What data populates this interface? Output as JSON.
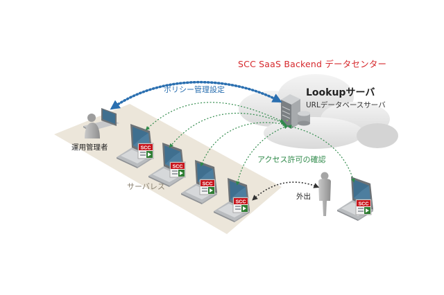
{
  "title": "SCC SaaS Backend データセンター",
  "server": {
    "name": "Lookupサーバ",
    "subtitle": "URLデータベースサーバ"
  },
  "labels": {
    "policy": "ポリシー管理設定",
    "access": "アクセス許可の確認",
    "admin": "運用管理者",
    "serverless": "サーバレス",
    "outside": "外出"
  },
  "scc_badge": "SCC",
  "colors": {
    "title": "#d6282c",
    "policy_arrow": "#2a6fb0",
    "access_arrow": "#2f8a4a",
    "badge": "#c8161d",
    "platform": "#ece6da"
  },
  "icons": [
    "cloud-icon",
    "server-icon",
    "admin-person-icon",
    "laptop-icon",
    "mobile-person-icon",
    "scc-badge-icon"
  ]
}
